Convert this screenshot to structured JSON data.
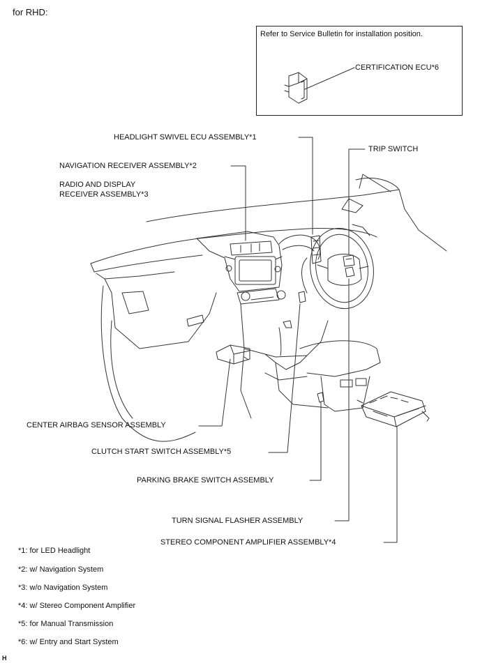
{
  "header": {
    "title": "for RHD:"
  },
  "inset": {
    "note": "Refer to Service Bulletin for installation position.",
    "label": "CERTIFICATION ECU*6"
  },
  "callouts": {
    "headlight_swivel": "HEADLIGHT SWIVEL ECU ASSEMBLY*1",
    "trip_switch": "TRIP SWITCH",
    "navigation_receiver": "NAVIGATION RECEIVER ASSEMBLY*2",
    "radio_display_line1": "RADIO AND DISPLAY",
    "radio_display_line2": "RECEIVER ASSEMBLY*3",
    "center_airbag": "CENTER AIRBAG SENSOR ASSEMBLY",
    "clutch_start": "CLUTCH START SWITCH ASSEMBLY*5",
    "parking_brake": "PARKING BRAKE SWITCH ASSEMBLY",
    "turn_signal": "TURN SIGNAL FLASHER ASSEMBLY",
    "stereo_amp": "STEREO COMPONENT AMPLIFIER ASSEMBLY*4"
  },
  "footnotes": [
    "*1: for LED Headlight",
    "*2: w/ Navigation System",
    "*3: w/o Navigation System",
    "*4: w/ Stereo Component Amplifier",
    "*5: for Manual Transmission",
    " *6: w/ Entry and Start System"
  ],
  "figure_code": "H"
}
